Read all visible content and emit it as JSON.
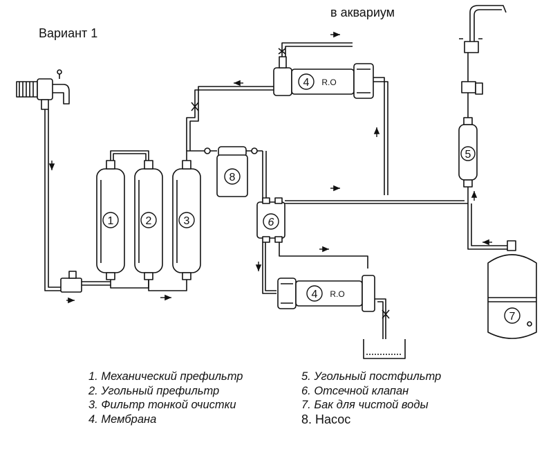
{
  "header": {
    "variant_label": "Вариант 1",
    "aquarium_label": "в аквариум"
  },
  "components": {
    "filter_1": "1",
    "filter_2": "2",
    "filter_3": "3",
    "membrane_top_num": "4",
    "membrane_top_text": "R.O",
    "membrane_bottom_num": "4",
    "membrane_bottom_text": "R.O",
    "postfilter": "5",
    "valve": "6",
    "tank": "7",
    "pump": "8"
  },
  "legend": {
    "left": [
      "1. Механический префильтр",
      "2. Угольный префильтр",
      "3. Фильтр тонкой очистки",
      "4. Мембрана"
    ],
    "right": [
      "5. Угольный постфильтр",
      "6. Отсечной клапан",
      "7. Бак для чистой воды",
      "8. Насос"
    ]
  },
  "colors": {
    "line": "#111111",
    "background": "#ffffff"
  }
}
